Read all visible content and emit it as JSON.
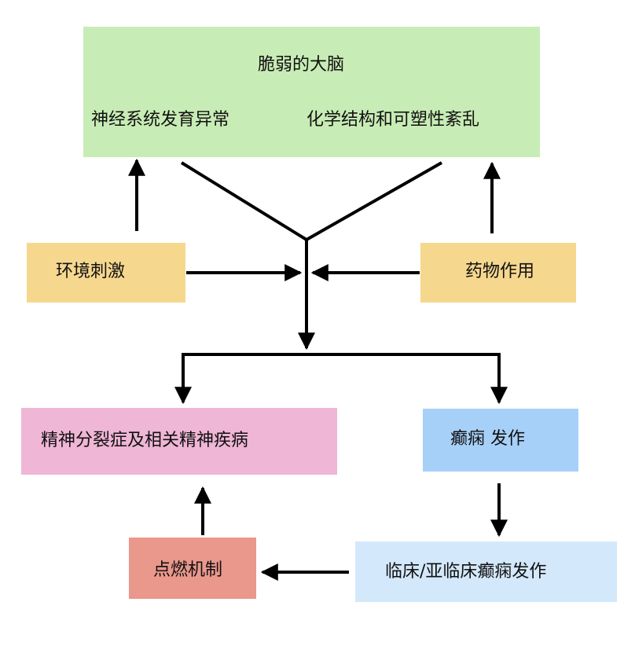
{
  "nodes": {
    "brain": {
      "title": "脆弱的大脑",
      "left_text": "神经系统发育异常",
      "right_text": "化学结构和可塑性紊乱",
      "color": "#c8ecb5"
    },
    "env": {
      "label": "环境刺激",
      "color": "#f6d78e"
    },
    "drug": {
      "label": "药物作用",
      "color": "#f6d78e"
    },
    "schizo": {
      "label": "精神分裂症及相关精神疾病",
      "color": "#efb6d6"
    },
    "epilepsy": {
      "label": "癫痫 发作",
      "color": "#a7d0f8"
    },
    "clinical": {
      "label": "临床/亚临床癫痫发作",
      "color": "#d4e8fb"
    },
    "kindling": {
      "label": "点燃机制",
      "color": "#ea978c"
    }
  },
  "colors": {
    "line": "#000000"
  }
}
